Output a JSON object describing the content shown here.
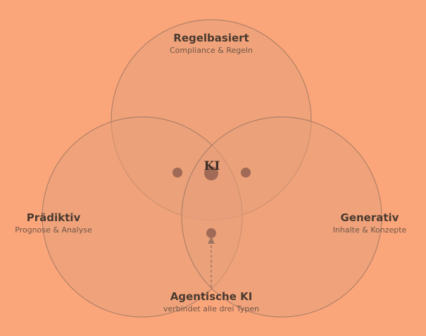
{
  "colors": {
    "background": "#FBA67A",
    "circle_fill": "#E8A07A",
    "circle_stroke": "#9C7462",
    "dot": "#A06A56"
  },
  "sets": {
    "top": {
      "title": "Regelbasiert",
      "subtitle": "Compliance & Regeln"
    },
    "left": {
      "title": "Prädiktiv",
      "subtitle": "Prognose & Analyse"
    },
    "right": {
      "title": "Generativ",
      "subtitle": "Inhalte & Konzepte"
    },
    "bottom": {
      "title": "Agentische KI",
      "subtitle": "verbindet alle drei Typen"
    }
  },
  "center": {
    "label": "KI"
  }
}
